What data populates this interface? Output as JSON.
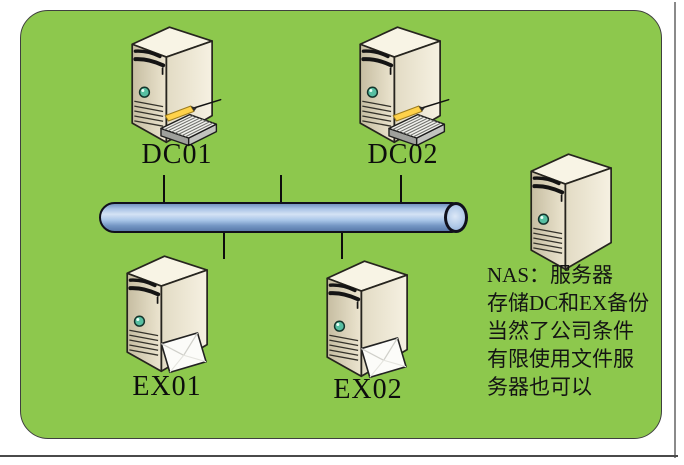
{
  "diagram": {
    "type": "network-topology",
    "board_color": "#8dc84d",
    "board_border_color": "#3f3f3f",
    "bus_color": "#a9c4e6",
    "bus_outline_color": "#10101c"
  },
  "nodes": [
    {
      "id": "dc01",
      "label": "DC01",
      "kind": "domain-controller-server",
      "accessory": "keyboard-with-pen"
    },
    {
      "id": "dc02",
      "label": "DC02",
      "kind": "domain-controller-server",
      "accessory": "keyboard-with-pen"
    },
    {
      "id": "ex01",
      "label": "EX01",
      "kind": "mail-server",
      "accessory": "envelope"
    },
    {
      "id": "ex02",
      "label": "EX02",
      "kind": "mail-server",
      "accessory": "envelope"
    },
    {
      "id": "nas",
      "label": "",
      "kind": "nas-server",
      "accessory": "none"
    }
  ],
  "annotation": {
    "lines": [
      "NAS：服务器",
      "存储DC和EX备份",
      "当然了公司条件",
      "有限使用文件服",
      "务器也可以"
    ]
  },
  "colors": {
    "server_front": "#d5cdb2",
    "server_side": "#efe9d6",
    "server_top": "#f8f4e5",
    "power_button": "#57bfa2",
    "pen_yellow": "#ffd24a",
    "envelope_white": "#fcfcf9"
  }
}
